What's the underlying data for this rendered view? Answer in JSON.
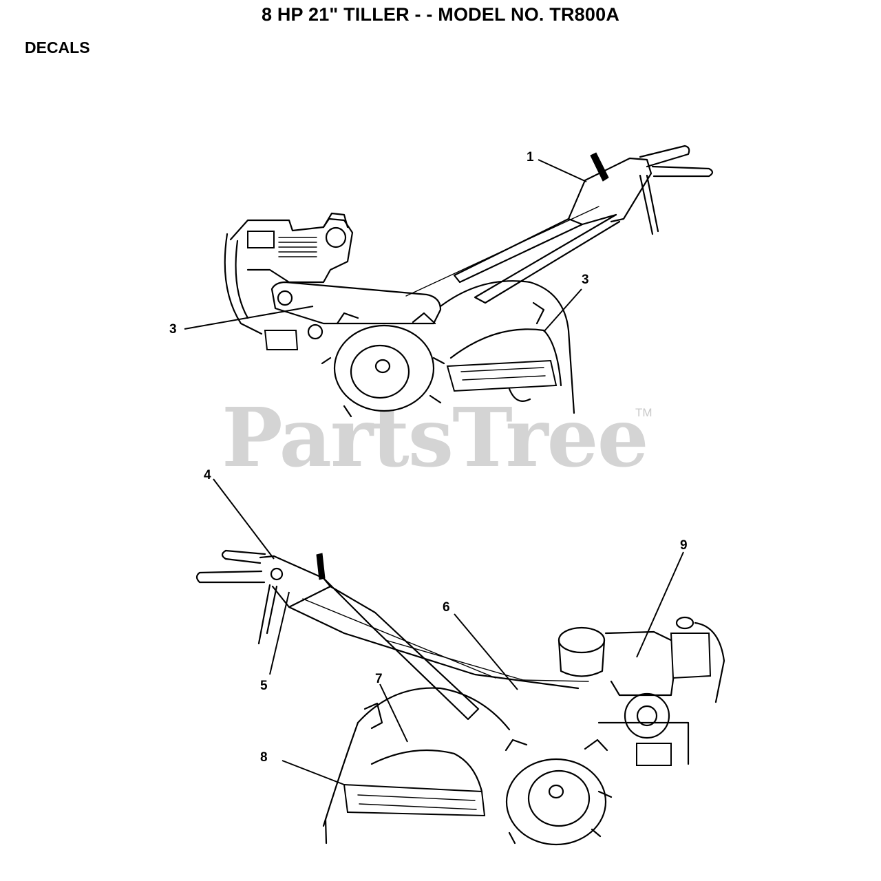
{
  "header": {
    "title": "8 HP 21\" TILLER - - MODEL NO. TR800A",
    "section": "DECALS"
  },
  "watermark": {
    "text": "PartsTree",
    "trademark": "TM"
  },
  "callouts": [
    {
      "id": "c1",
      "label": "1"
    },
    {
      "id": "c3a",
      "label": "3"
    },
    {
      "id": "c3b",
      "label": "3"
    },
    {
      "id": "c4",
      "label": "4"
    },
    {
      "id": "c5",
      "label": "5"
    },
    {
      "id": "c6",
      "label": "6"
    },
    {
      "id": "c7",
      "label": "7"
    },
    {
      "id": "c8",
      "label": "8"
    },
    {
      "id": "c9",
      "label": "9"
    }
  ],
  "figures": {
    "top": "tiller-right-side-view",
    "bottom": "tiller-left-side-view"
  }
}
